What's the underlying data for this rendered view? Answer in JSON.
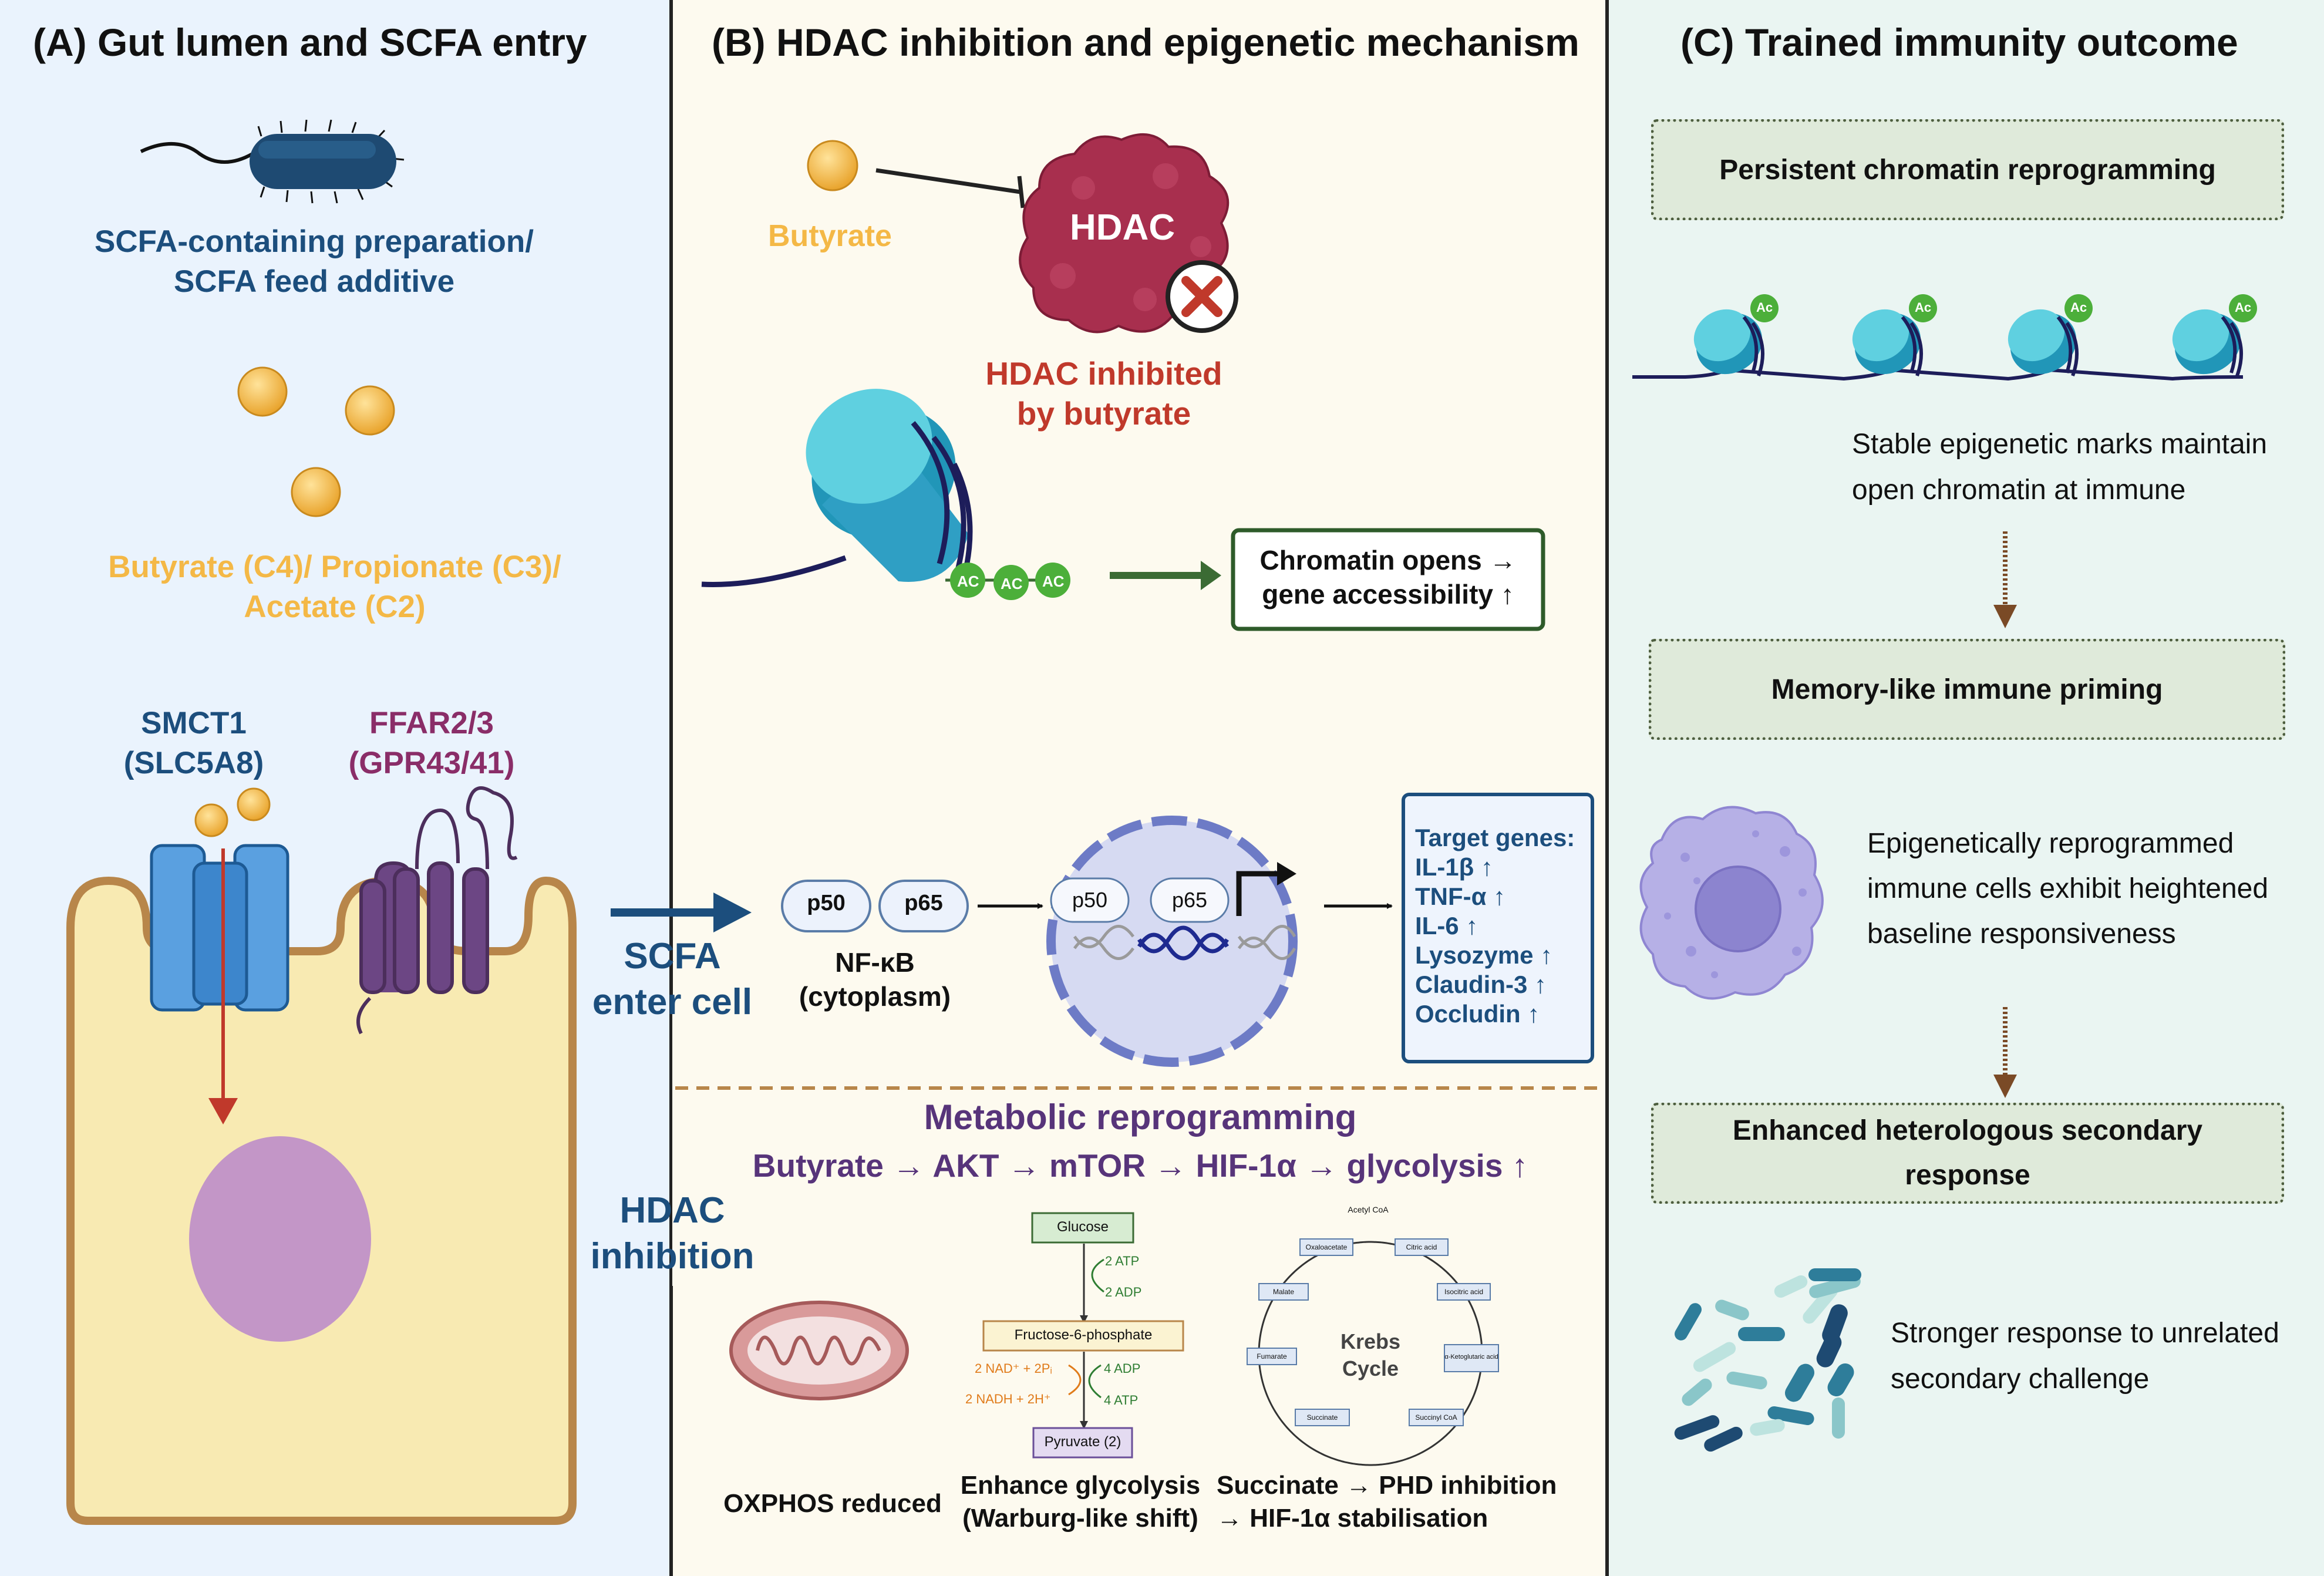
{
  "panel_a": {
    "title": "(A) Gut lumen and SCFA entry",
    "preparation_line1": "SCFA-containing preparation/",
    "preparation_line2": "SCFA feed additive",
    "scfa_line1": "Butyrate (C4)/ Propionate (C3)/",
    "scfa_line2": "Acetate (C2)",
    "smct_line1": "SMCT1",
    "smct_line2": "(SLC5A8)",
    "ffar_line1": "FFAR2/3",
    "ffar_line2": "(GPR43/41)"
  },
  "arrows_mid": {
    "scfa_line1": "SCFA",
    "scfa_line2": "enter cell",
    "hdac_line1": "HDAC",
    "hdac_line2": "inhibition"
  },
  "panel_b": {
    "title": "(B) HDAC inhibition and epigenetic mechanism",
    "butyrate": "Butyrate",
    "hdac": "HDAC",
    "hdac_inhibited_line1": "HDAC inhibited",
    "hdac_inhibited_line2": "by butyrate",
    "ac_label": "AC",
    "chromatin_line1": "Chromatin opens →",
    "chromatin_line2": "gene accessibility ↑",
    "p50": "p50",
    "p65": "p65",
    "nfkb_line1": "NF-κB",
    "nfkb_line2": "(cytoplasm)",
    "target_genes": [
      "Target genes:",
      "IL-1β ↑",
      "TNF-α ↑",
      "IL-6 ↑",
      "Lysozyme ↑",
      "Claudin-3 ↑",
      "Occludin ↑"
    ],
    "metabolic_title": "Metabolic reprogramming",
    "metabolic_chain": "Butyrate → AKT → mTOR → HIF-1α → glycolysis ↑",
    "glycolysis": {
      "glucose": "Glucose",
      "atp_in": "2 ATP",
      "adp_out": "2 ADP",
      "f6p": "Fructose-6-phosphate",
      "nad_in": "2 NAD⁺ + 2Pᵢ",
      "nadh_out": "2 NADH + 2H⁺",
      "adp_in": "4 ADP",
      "atp_out": "4 ATP",
      "pyruvate": "Pyruvate (2)"
    },
    "krebs": {
      "title_line1": "Krebs",
      "title_line2": "Cycle",
      "acetyl": "Acetyl CoA",
      "citric": "Citric acid",
      "isocitric": "Isocitric acid",
      "akg": "α-Ketoglutaric acid",
      "succinyl": "Succinyl CoA",
      "succinate": "Succinate",
      "fumarate": "Fumarate",
      "malate": "Malate",
      "oxaloacetate": "Oxaloacetate"
    },
    "oxphos": "OXPHOS reduced",
    "glyco_line1": "Enhance glycolysis",
    "glyco_line2": "(Warburg-like shift)",
    "succ_line1": "Succinate → PHD inhibition",
    "succ_line2": "→ HIF-1α stabilisation"
  },
  "panel_c": {
    "title": "(C) Trained immunity outcome",
    "box1": "Persistent chromatin reprogramming",
    "ac_label": "Ac",
    "desc1_line1": "Stable epigenetic marks maintain",
    "desc1_line2": "open chromatin at immune",
    "box2": "Memory-like immune priming",
    "desc2_line1": "Epigenetically reprogrammed",
    "desc2_line2": "immune cells exhibit heightened",
    "desc2_line3": "baseline responsiveness",
    "box3_line1": "Enhanced heterologous secondary",
    "box3_line2": "response",
    "desc3_line1": "Stronger response to unrelated",
    "desc3_line2": "secondary challenge"
  },
  "colors": {
    "navy": "#1c4e7d",
    "gold": "#f4b846",
    "purple": "#8a2d68",
    "red": "#c0392b",
    "green": "#3b6b34",
    "metabolic": "#57347a",
    "cell_wall": "#b8864a",
    "cell_fill": "#f8eab2",
    "nucleus": "#c396c7"
  }
}
